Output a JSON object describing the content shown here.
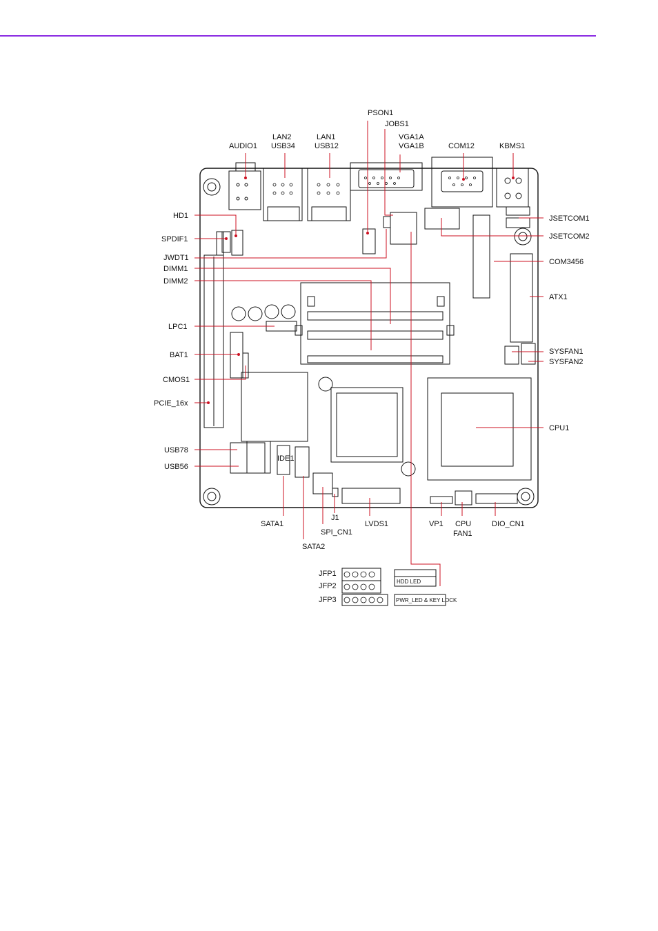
{
  "colors": {
    "rule": "#8a2be2",
    "leader": "#cc1122",
    "ink": "#111111"
  },
  "labels": {
    "pson1": "PSON1",
    "jobs1": "JOBS1",
    "vga1a": "VGA1A",
    "vga1b": "VGA1B",
    "audio1": "AUDIO1",
    "lan2": "LAN2",
    "usb34": "USB34",
    "lan1": "LAN1",
    "usb12": "USB12",
    "com12": "COM12",
    "kbms1": "KBMS1",
    "hd1": "HD1",
    "spdif1": "SPDIF1",
    "jwdt1": "JWDT1",
    "dimm1": "DIMM1",
    "dimm2": "DIMM2",
    "lpc1": "LPC1",
    "bat1": "BAT1",
    "cmos1": "CMOS1",
    "pcie16x": "PCIE_16x",
    "usb78": "USB78",
    "usb56": "USB56",
    "ide1": "IDE1",
    "jsetcom1": "JSETCOM1",
    "jsetcom2": "JSETCOM2",
    "com3456": "COM3456",
    "atx1": "ATX1",
    "sysfan1": "SYSFAN1",
    "sysfan2": "SYSFAN2",
    "cpu1": "CPU1",
    "sata1": "SATA1",
    "sata2": "SATA2",
    "j1": "J1",
    "spi_cn1": "SPI_CN1",
    "lvds1": "LVDS1",
    "vp1": "VP1",
    "cpu": "CPU",
    "fan1": "FAN1",
    "dio_cn1": "DIO_CN1",
    "jfp1": "JFP1",
    "jfp2": "JFP2",
    "jfp3": "JFP3",
    "hdd_led": "HDD LED",
    "pwr_led_keylock": "PWR_LED & KEY LOCK"
  }
}
